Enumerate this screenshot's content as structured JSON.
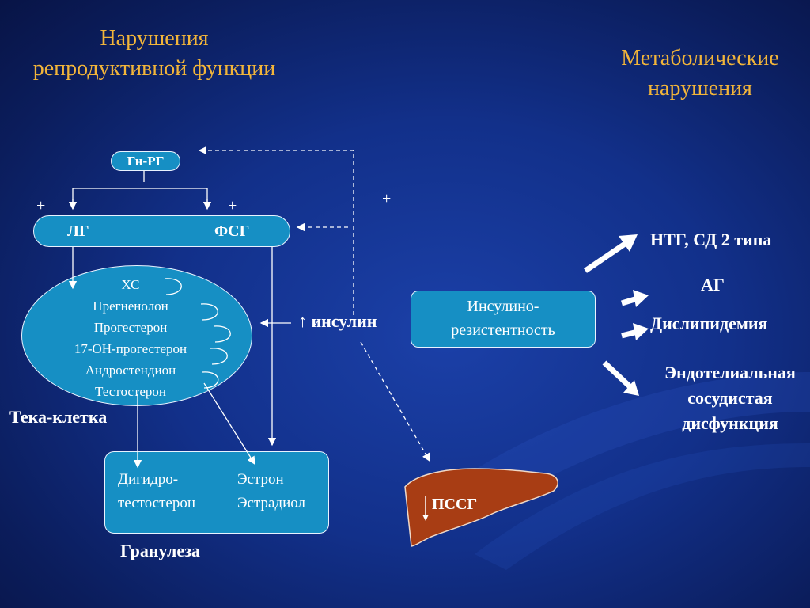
{
  "titles": {
    "reproductive": "Нарушения репродуктивной функции",
    "metabolic": "Метаболические нарушения"
  },
  "hormones": {
    "gnrh": "Гн-РГ",
    "lh": "ЛГ",
    "fsh": "ФСГ",
    "plus_left": "+",
    "plus_right": "+",
    "plus_insulin": "+"
  },
  "theca": {
    "label": "Тека-клетка",
    "steroids": [
      "ХС",
      "Прегненолон",
      "Прогестерон",
      "17-ОН-прогестерон",
      "Андростендион",
      "Тестостерон"
    ]
  },
  "granulosa": {
    "label": "Гранулеза",
    "dht_line1": "Дигидро-",
    "dht_line2": "тестостерон",
    "estrone": "Эстрон",
    "estradiol": "Эстрадиол"
  },
  "insulin": {
    "label": "↑ инсулин",
    "resistance_line1": "Инсулино-",
    "resistance_line2": "резистентность"
  },
  "liver": {
    "label": "ПССГ"
  },
  "metabolic_items": {
    "ntg": "НТГ, СД 2 типа",
    "ag": "АГ",
    "dyslipidemia": "Дислипидемия",
    "endo_line1": "Эндотелиальная",
    "endo_line2": "сосудистая",
    "endo_line3": "дисфункция"
  },
  "colors": {
    "title": "#f2b53a",
    "box_fill": "#168fc4",
    "liver": "#a83d14",
    "background": "#12308a"
  }
}
